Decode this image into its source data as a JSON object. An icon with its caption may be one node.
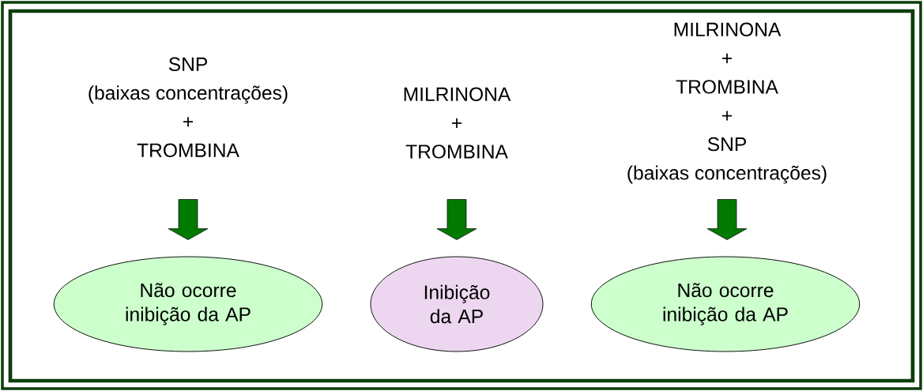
{
  "diagram": {
    "nodes": [
      {
        "text": [
          "SNP",
          "(baixas concentrações)",
          "+",
          "TROMBINA"
        ]
      },
      {
        "text": [
          "MILRINONA",
          "+",
          "TROMBINA"
        ]
      },
      {
        "text": [
          "MILRINONA",
          "+",
          "TROMBINA",
          "+",
          "SNP",
          "(baixas concentrações)"
        ]
      },
      {
        "text": [
          "Não ocorre inibição da AP"
        ]
      },
      {
        "text": [
          "Inibição da AP"
        ]
      },
      {
        "text": [
          "Não ocorre inibição da AP"
        ]
      }
    ],
    "edges": [
      {
        "from": 0,
        "to": 3,
        "arrow": "to"
      },
      {
        "from": 1,
        "to": 4,
        "arrow": "to"
      },
      {
        "from": 2,
        "to": 5,
        "arrow": "to"
      }
    ]
  }
}
